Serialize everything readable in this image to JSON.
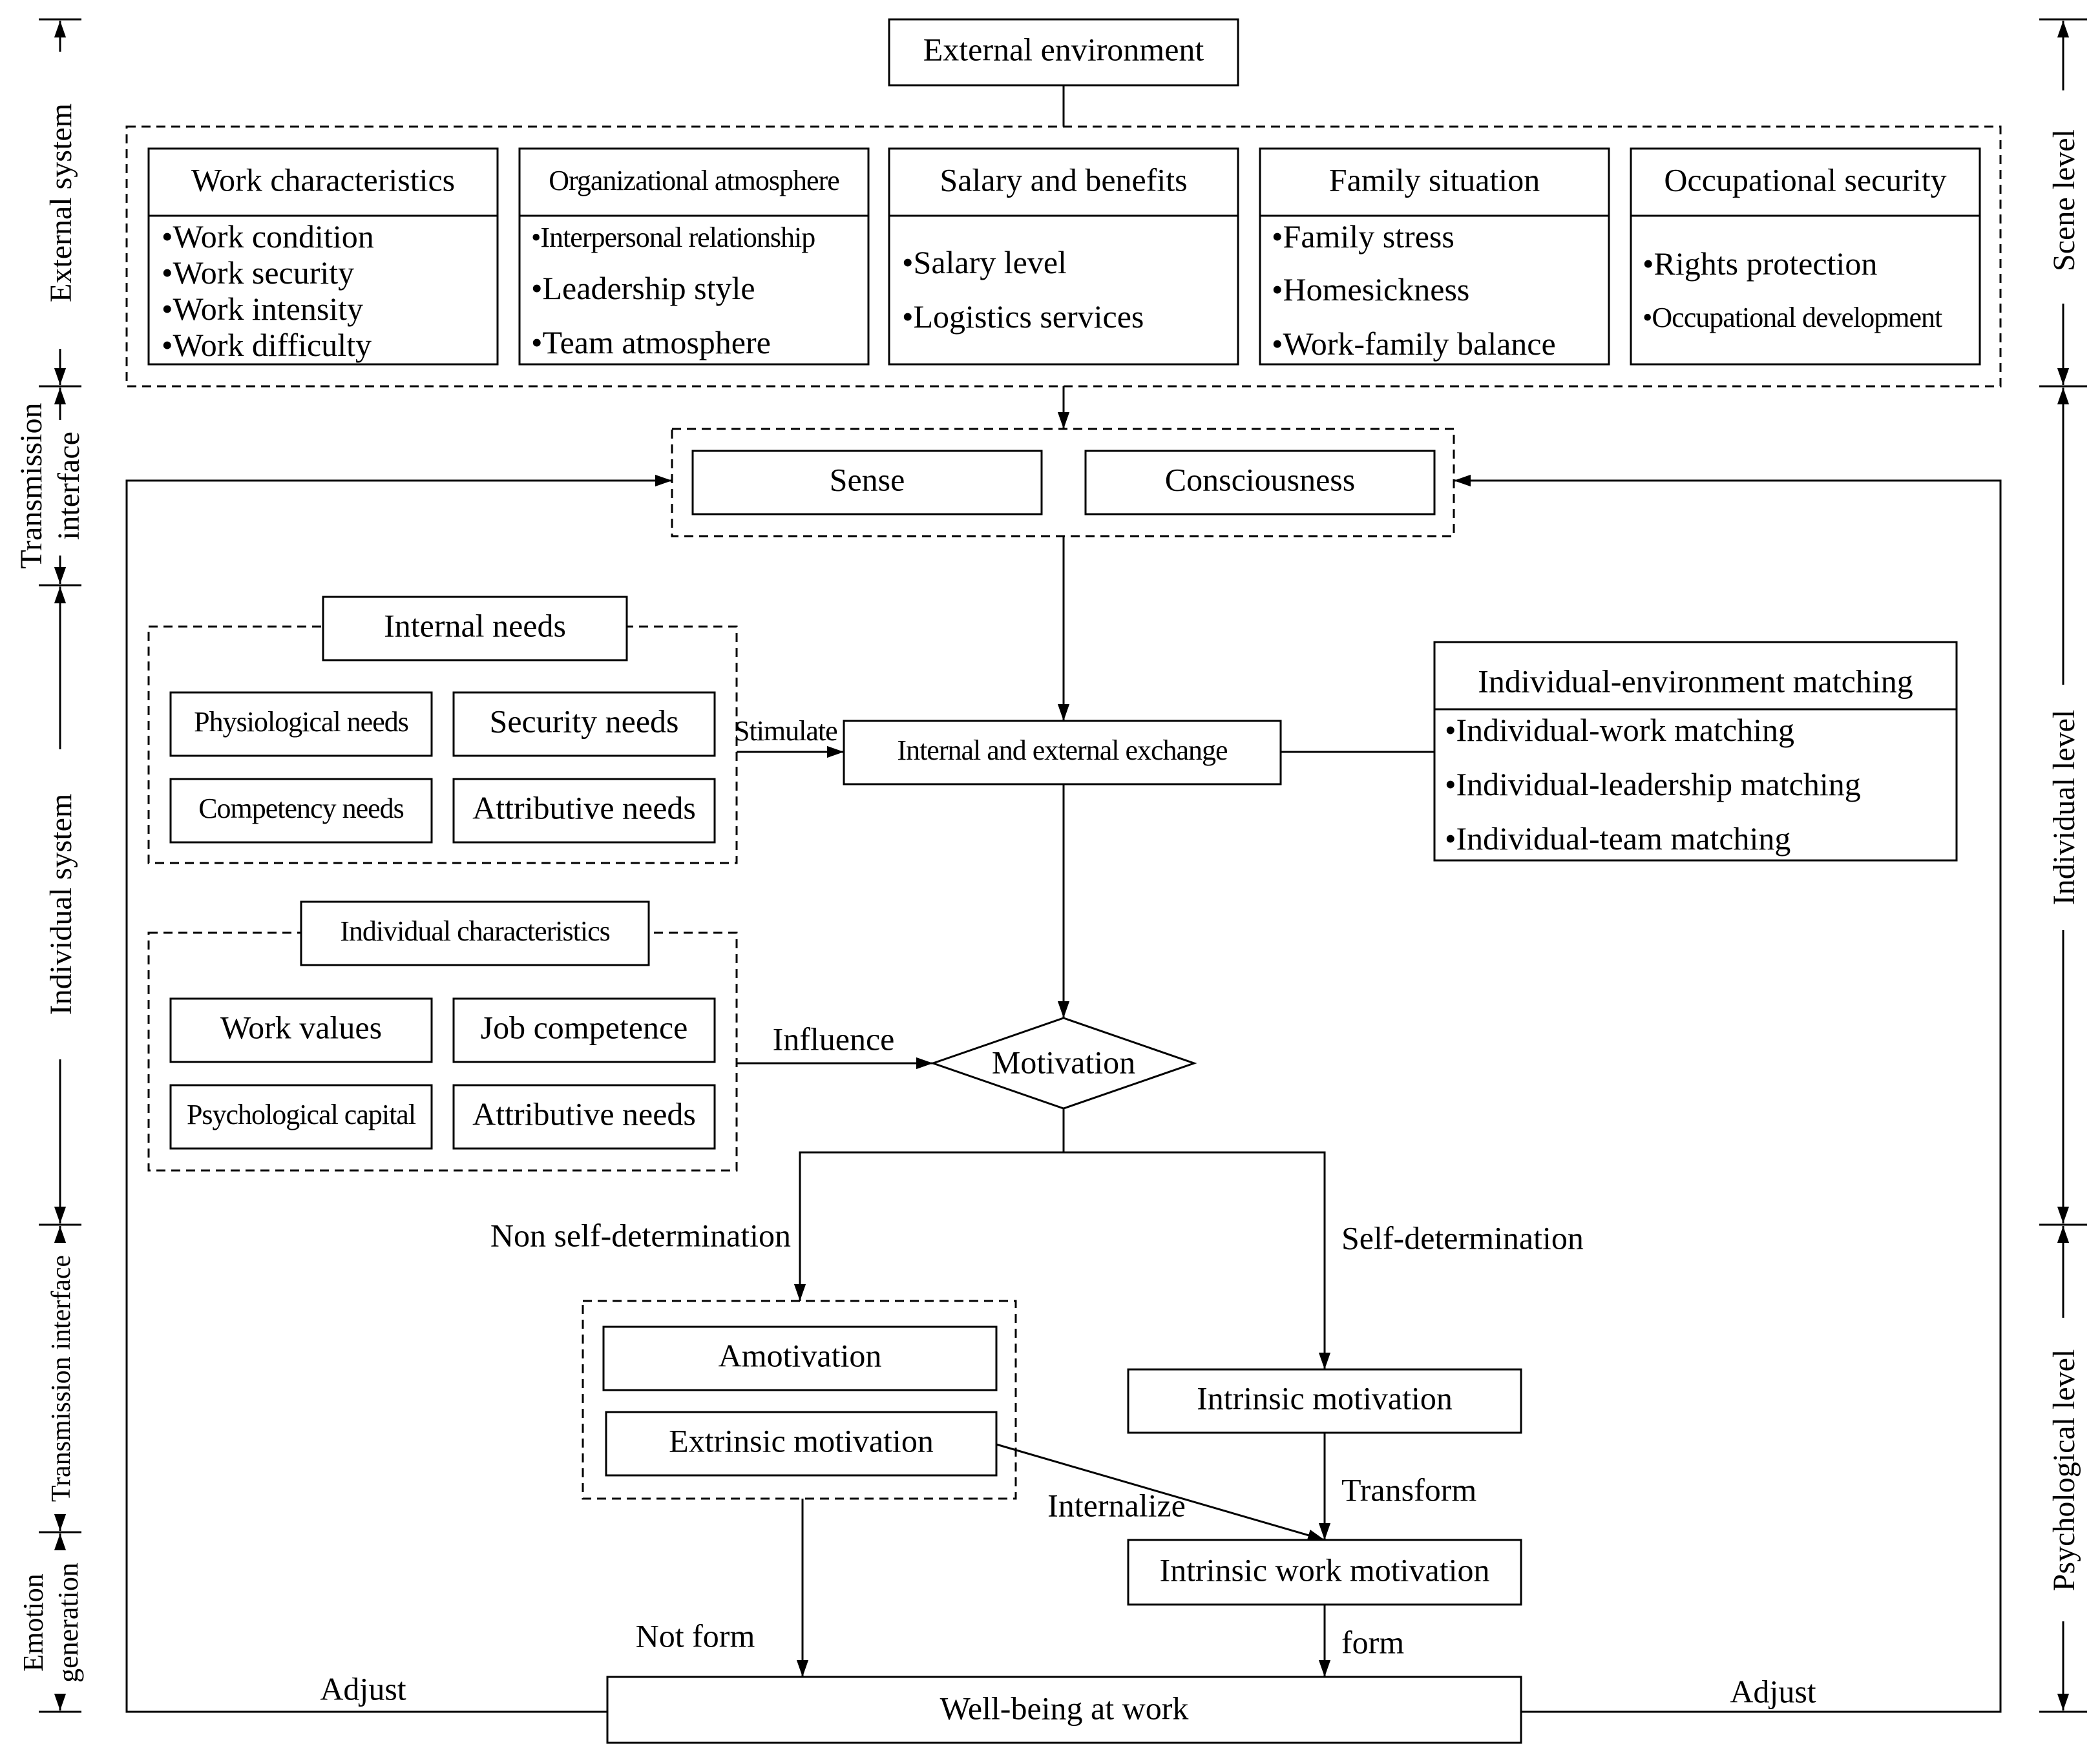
{
  "header": {
    "title": "External environment"
  },
  "external_boxes": [
    {
      "title": "Work characteristics",
      "items": [
        "Work condition",
        "Work security",
        "Work intensity",
        "Work difficulty"
      ]
    },
    {
      "title": "Organizational atmosphere",
      "items": [
        "Interpersonal relationship",
        "Leadership style",
        "Team atmosphere"
      ]
    },
    {
      "title": "Salary and benefits",
      "items": [
        "Salary level",
        "Logistics services"
      ]
    },
    {
      "title": "Family situation",
      "items": [
        "Family stress",
        "Homesickness",
        "Work-family balance"
      ]
    },
    {
      "title": "Occupational security",
      "items": [
        "Rights protection",
        "Occupational development"
      ]
    }
  ],
  "bullet": "•",
  "perception": {
    "sense": "Sense",
    "consciousness": "Consciousness"
  },
  "internal_needs": {
    "title": "Internal needs",
    "items": [
      "Physiological needs",
      "Security needs",
      "Competency needs",
      "Attributive needs"
    ]
  },
  "individual_characteristics": {
    "title": "Individual characteristics",
    "items": [
      "Work values",
      "Job competence",
      "Psychological capital",
      "Attributive needs"
    ]
  },
  "exchange": "Internal and external exchange",
  "matching": {
    "title": "Individual-environment matching",
    "items": [
      "Individual-work matching",
      "Individual-leadership matching",
      "Individual-team matching"
    ]
  },
  "motivation": "Motivation",
  "amotivation": "Amotivation",
  "extrinsic": "Extrinsic motivation",
  "intrinsic": "Intrinsic motivation",
  "intrinsic_work": "Intrinsic work motivation",
  "wellbeing": "Well-being at work",
  "labels": {
    "stimulate": "Stimulate",
    "influence": "Influence",
    "non_self": "Non self-determination",
    "self": "Self-determination",
    "internalize": "Internalize",
    "transform": "Transform",
    "not_form": "Not form",
    "form": "form",
    "adjust_left": "Adjust",
    "adjust_right": "Adjust"
  },
  "left_axis": {
    "external_system": "External system",
    "transmission_1a": "Transmission",
    "transmission_1b": "interface",
    "individual_system": "Individual system",
    "transmission_2": "Transmission interface",
    "emotion_a": "Emotion",
    "emotion_b": "generation"
  },
  "right_axis": {
    "scene": "Scene level",
    "individual": "Individual level",
    "psychological": "Psychological level"
  }
}
